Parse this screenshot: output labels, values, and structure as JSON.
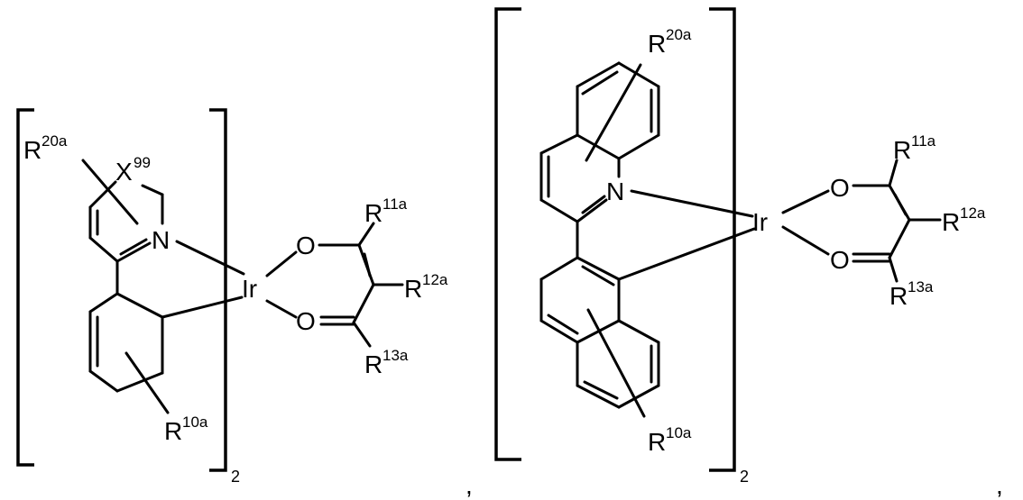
{
  "structure_1": {
    "metal": "Ir",
    "n_atom": "N",
    "x_atom": {
      "base": "X",
      "sup": "99"
    },
    "o_top": "O",
    "o_bottom": "O",
    "r20a": {
      "base": "R",
      "sup": "20a"
    },
    "r10a": {
      "base": "R",
      "sup": "10a"
    },
    "r11a": {
      "base": "R",
      "sup": "11a"
    },
    "r12a": {
      "base": "R",
      "sup": "12a"
    },
    "r13a": {
      "base": "R",
      "sup": "13a"
    },
    "bracket_subscript": "2"
  },
  "structure_2": {
    "metal": "Ir",
    "n_atom": "N",
    "o_top": "O",
    "o_bottom": "O",
    "r20a": {
      "base": "R",
      "sup": "20a"
    },
    "r10a": {
      "base": "R",
      "sup": "10a"
    },
    "r11a": {
      "base": "R",
      "sup": "11a"
    },
    "r12a": {
      "base": "R",
      "sup": "12a"
    },
    "r13a": {
      "base": "R",
      "sup": "13a"
    },
    "bracket_subscript": "2"
  },
  "separators": [
    ",",
    ","
  ]
}
